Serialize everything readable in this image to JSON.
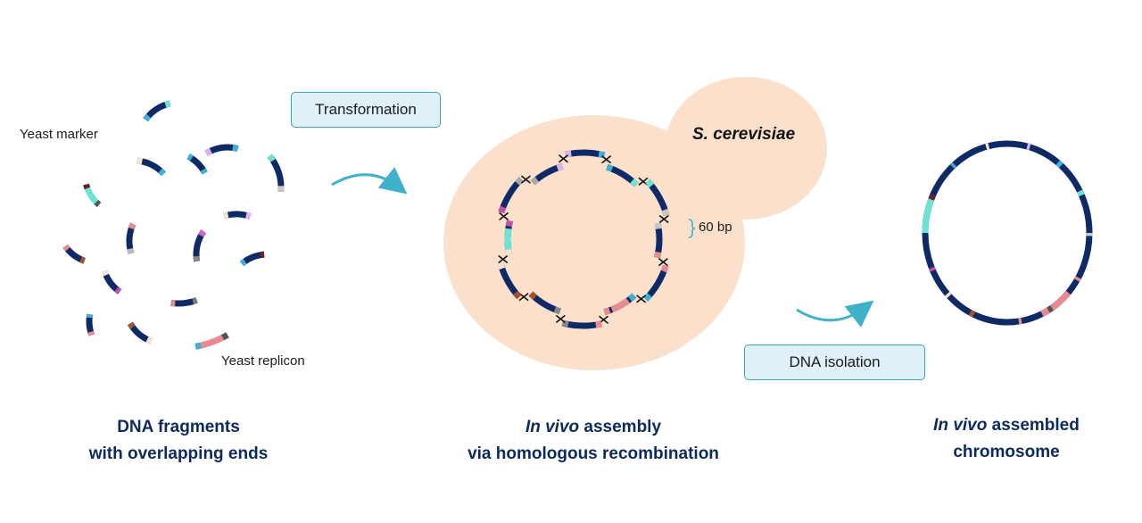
{
  "labels": {
    "yeast_marker": "Yeast marker",
    "yeast_replicon": "Yeast replicon",
    "transformation": "Transformation",
    "dna_isolation": "DNA isolation",
    "species": "S. cerevisiae",
    "overlap": "60 bp"
  },
  "captions": {
    "left_line1": "DNA fragments",
    "left_line2": "with overlapping ends",
    "mid_italic": "In vivo",
    "mid_line1_rest": " assembly",
    "mid_line2": "via homologous recombination",
    "right_italic": "In vivo",
    "right_line1_rest": " assembled",
    "right_line2": "chromosome"
  },
  "colors": {
    "dna": "#0e2a66",
    "cell": "#fbe1cc",
    "arrow": "#3fb2c9",
    "box_fill": "#dff0f6",
    "box_border": "#3aa3bd",
    "caption": "#0c2a5e",
    "marker_segment": "#6ee3d2",
    "replicon_segment": "#e88a8f"
  },
  "icons": [
    "curved-arrow-icon",
    "crossover-mark-icon"
  ]
}
